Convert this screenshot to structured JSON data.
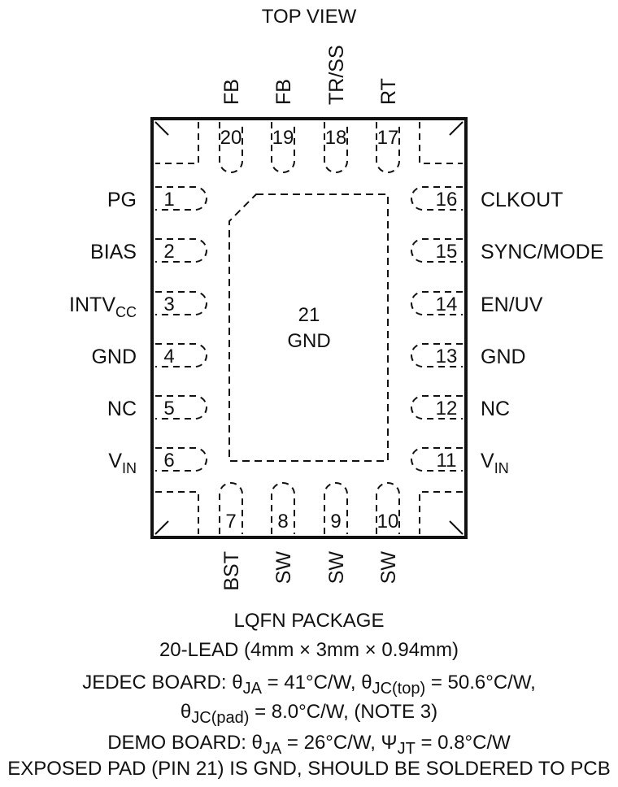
{
  "view_label": "TOP VIEW",
  "pins_left": [
    {
      "num": "1",
      "name": "PG"
    },
    {
      "num": "2",
      "name": "BIAS"
    },
    {
      "num": "3",
      "name": "INTV",
      "sub": "CC"
    },
    {
      "num": "4",
      "name": "GND"
    },
    {
      "num": "5",
      "name": "NC"
    },
    {
      "num": "6",
      "name": "V",
      "sub": "IN"
    }
  ],
  "pins_right": [
    {
      "num": "16",
      "name": "CLKOUT"
    },
    {
      "num": "15",
      "name": "SYNC/MODE"
    },
    {
      "num": "14",
      "name": "EN/UV"
    },
    {
      "num": "13",
      "name": "GND"
    },
    {
      "num": "12",
      "name": "NC"
    },
    {
      "num": "11",
      "name": "V",
      "sub": "IN"
    }
  ],
  "pins_top": [
    {
      "num": "20",
      "name": "FB"
    },
    {
      "num": "19",
      "name": "FB"
    },
    {
      "num": "18",
      "name": "TR/SS"
    },
    {
      "num": "17",
      "name": "RT"
    }
  ],
  "pins_bottom": [
    {
      "num": "7",
      "name": "BST"
    },
    {
      "num": "8",
      "name": "SW"
    },
    {
      "num": "9",
      "name": "SW"
    },
    {
      "num": "10",
      "name": "SW"
    }
  ],
  "exposed_pad": {
    "num": "21",
    "name": "GND"
  },
  "caption": {
    "line1": "LQFN PACKAGE",
    "line2": "20-LEAD (4mm × 3mm × 0.94mm)",
    "line3_a": "JEDEC BOARD: θ",
    "line3_b": "JA",
    "line3_c": " = 41°C/W, θ",
    "line3_d": "JC(top)",
    "line3_e": " = 50.6°C/W,",
    "line4_a": "θ",
    "line4_b": "JC(pad)",
    "line4_c": " = 8.0°C/W, (NOTE 3)",
    "line5_a": "DEMO BOARD: θ",
    "line5_b": "JA",
    "line5_c": " = 26°C/W, Ψ",
    "line5_d": "JT",
    "line5_e": " = 0.8°C/W",
    "line6": "EXPOSED PAD (PIN 21) IS GND, SHOULD BE SOLDERED TO PCB"
  }
}
